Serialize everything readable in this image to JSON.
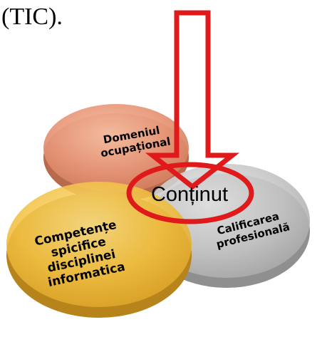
{
  "heading": "(TIC).",
  "diagram": {
    "center_label": "Conținut",
    "discs": [
      {
        "id": "domeniul",
        "lines": [
          "Domeniul",
          "ocupațional"
        ],
        "color": "#e79a7a"
      },
      {
        "id": "calificarea",
        "lines": [
          "Calificarea",
          "profesională"
        ],
        "color": "#c4c4c4"
      },
      {
        "id": "competente",
        "lines": [
          "Competențe",
          "spicifice",
          "disciplinei",
          "informatica"
        ],
        "color": "#f3c040"
      }
    ],
    "arrow_color": "#e0191b",
    "ellipse_color": "#e0191b"
  }
}
